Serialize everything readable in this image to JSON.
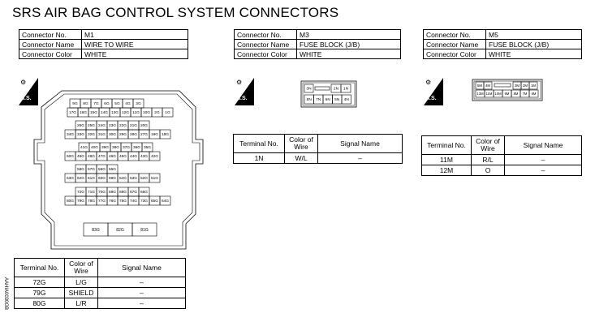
{
  "title": "SRS AIR BAG CONTROL SYSTEM CONNECTORS",
  "labels": {
    "connector_no": "Connector No.",
    "connector_name": "Connector Name",
    "connector_color": "Connector Color",
    "terminal_no": "Terminal No.",
    "color_of_wire": "Color of Wire",
    "signal_name": "Signal Name",
    "hs": "H.S."
  },
  "side_code": "AAHIA0030GB",
  "connectors": [
    {
      "id": "M1",
      "name": "WIRE TO WIRE",
      "color": "WHITE",
      "terminals": [
        {
          "no": "72G",
          "wire": "L/G",
          "signal": "–"
        },
        {
          "no": "79G",
          "wire": "SHIELD",
          "signal": "–"
        },
        {
          "no": "80G",
          "wire": "L/R",
          "signal": "–"
        }
      ],
      "pin_rows": [
        [
          "9G",
          "8G",
          "7G",
          "6G",
          "5G",
          "4G",
          "3G"
        ],
        [
          "17G",
          "16G",
          "15G",
          "14G",
          "13G",
          "12G",
          "11G",
          "10G",
          "2G",
          "1G"
        ],
        [
          "26G",
          "25G",
          "24G",
          "23G",
          "22G",
          "21G",
          "20G"
        ],
        [
          "34G",
          "33G",
          "32G",
          "31G",
          "30G",
          "29G",
          "28G",
          "27G",
          "19G",
          "18G"
        ],
        [
          "41G",
          "40G",
          "39G",
          "38G",
          "37G",
          "36G",
          "35G"
        ],
        [
          "50G",
          "49G",
          "48G",
          "47G",
          "46G",
          "45G",
          "44G",
          "43G",
          "42G"
        ],
        [
          "58G",
          "57G",
          "56G",
          "55G"
        ],
        [
          "63G",
          "62G",
          "61G",
          "60G",
          "59G",
          "54G",
          "53G",
          "52G",
          "51G"
        ],
        [
          "72G",
          "71G",
          "70G",
          "69G",
          "68G",
          "67G",
          "66G"
        ],
        [
          "80G",
          "79G",
          "78G",
          "77G",
          "76G",
          "75G",
          "74G",
          "73G",
          "65G",
          "64G"
        ],
        [
          "83G",
          "82G",
          "81G"
        ]
      ]
    },
    {
      "id": "M3",
      "name": "FUSE BLOCK (J/B)",
      "color": "WHITE",
      "terminals": [
        {
          "no": "1N",
          "wire": "W/L",
          "signal": "–"
        }
      ],
      "pins_top": [
        "3N",
        "2N",
        "1N"
      ],
      "pins_bottom": [
        "8N",
        "7N",
        "6N",
        "5N",
        "4N"
      ]
    },
    {
      "id": "M5",
      "name": "FUSE BLOCK (J/B)",
      "color": "WHITE",
      "terminals": [
        {
          "no": "11M",
          "wire": "R/L",
          "signal": "–"
        },
        {
          "no": "12M",
          "wire": "O",
          "signal": "–"
        }
      ],
      "pins_top": [
        "5M",
        "4M",
        "3M",
        "2M",
        "1M"
      ],
      "pins_bottom": [
        "13M",
        "11M",
        "10M",
        "9M",
        "8M",
        "7M",
        "6M"
      ]
    }
  ]
}
